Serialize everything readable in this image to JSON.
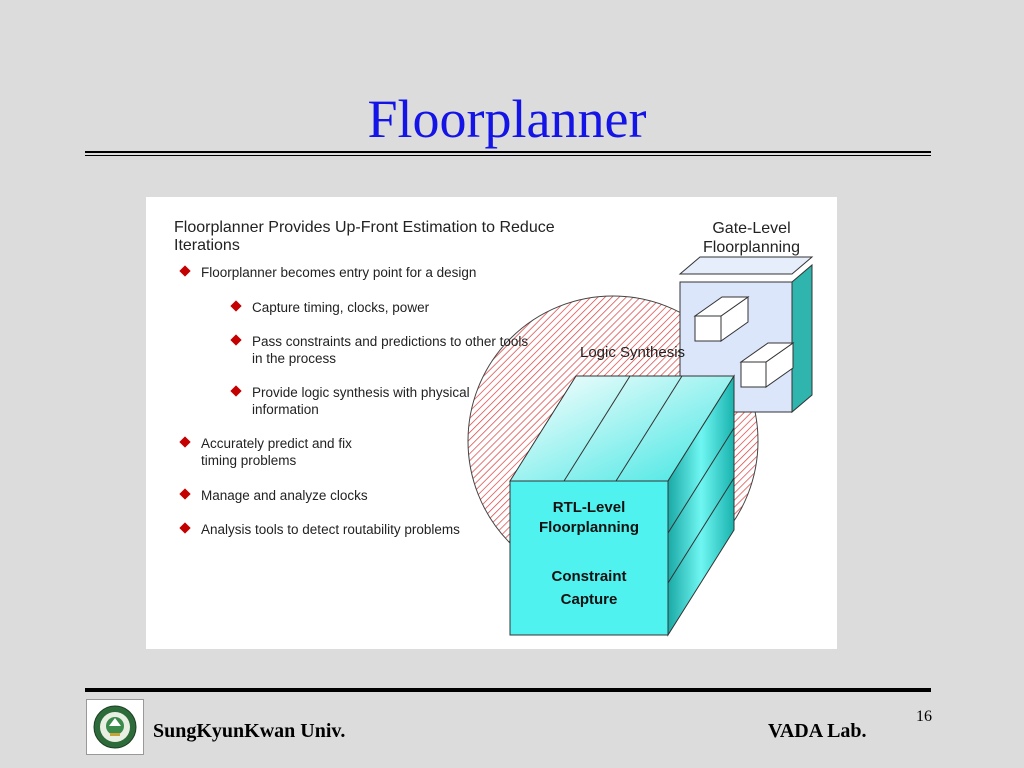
{
  "slide": {
    "title": "Floorplanner",
    "page_number": "16"
  },
  "figure": {
    "heading_line1": "Floorplanner Provides Up-Front  Estimation to Reduce",
    "heading_line2": "Iterations",
    "gate_label_line1": "Gate-Level",
    "gate_label_line2": "Floorplanning",
    "synthesis_label": "Logic Synthesis",
    "rtl_line1": "RTL-Level",
    "rtl_line2": "Floorplanning",
    "rtl_line3": "Constraint",
    "rtl_line4": "Capture",
    "bullets": [
      {
        "line1": "Floorplanner becomes entry point for a design",
        "line2": ""
      },
      {
        "line1": "Capture timing, clocks, power",
        "line2": ""
      },
      {
        "line1": "Pass constraints and predictions to other tools",
        "line2": "in the process"
      },
      {
        "line1": "Provide logic synthesis with physical",
        "line2": "information"
      },
      {
        "line1": "Accurately predict and fix",
        "line2": "timing problems"
      },
      {
        "line1": "Manage and analyze clocks",
        "line2": ""
      },
      {
        "line1": "Analysis tools to detect routability problems",
        "line2": ""
      }
    ]
  },
  "footer": {
    "university": "SungKyunKwan Univ.",
    "lab": "VADA Lab."
  },
  "colors": {
    "title": "#1414e6",
    "background": "#dcdcdc",
    "bullet_marker": "#c40000",
    "rtl_block": "#4ff2ee",
    "gate_block": "#dbe6fb",
    "hatch": "#d83a3a"
  }
}
